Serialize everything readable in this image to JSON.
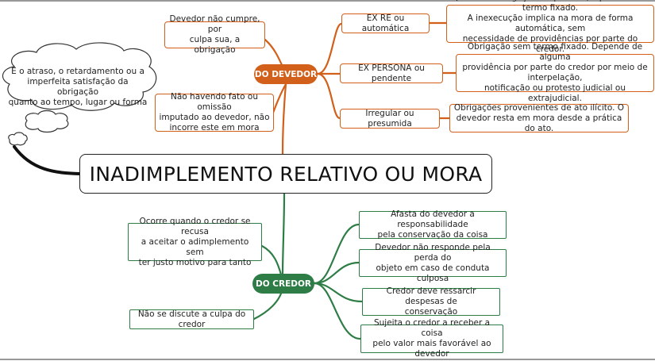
{
  "colors": {
    "devedor": "#d2601a",
    "credor": "#2e7d46",
    "line": "#222222"
  },
  "title": "INADIMPLEMENTO RELATIVO OU MORA",
  "cloud_note": "É o atraso, o retardamento ou a\nimperfeita satisfação da obrigação\nquanto ao tempo, lugar ou forma",
  "devedor": {
    "label": "DO DEVEDOR",
    "notes": [
      "Devedor não cumpre, por\nculpa sua, a obrigação",
      "Não havendo fato ou omissão\nimputado ao devedor, não\nincorre este em mora"
    ],
    "branches": [
      {
        "label": "EX RE ou automática",
        "desc": "Quando a obrigação for positiva, líquida e com termo fixado.\nA inexecução implica na mora de forma automática, sem\nnecessidade de providências por parte do credor."
      },
      {
        "label": "EX PERSONA ou pendente",
        "desc": "Obrigação sem termo fixado. Depende de alguma\nprovidência por parte do credor por meio de interpelação,\nnotificação ou protesto judicial ou extrajudicial."
      },
      {
        "label": "Irregular ou presumida",
        "desc": "Obrigações provenientes de ato ilícito. O\ndevedor resta em mora desde a prática do ato."
      }
    ]
  },
  "credor": {
    "label": "DO CREDOR",
    "notes": [
      "Ocorre quando o credor se recusa\na aceitar o adimplemento sem\nter justo motivo para tanto",
      "Não se discute a culpa do credor"
    ],
    "effects": [
      "Afasta do devedor a responsabilidade\npela conservação da coisa",
      "Devedor não responde pela perda do\nobjeto em caso de conduta culposa",
      "Credor deve ressarcir despesas de\nconservação",
      "Sujeita o credor a receber a coisa\npelo valor mais favorável ao devedor"
    ]
  }
}
